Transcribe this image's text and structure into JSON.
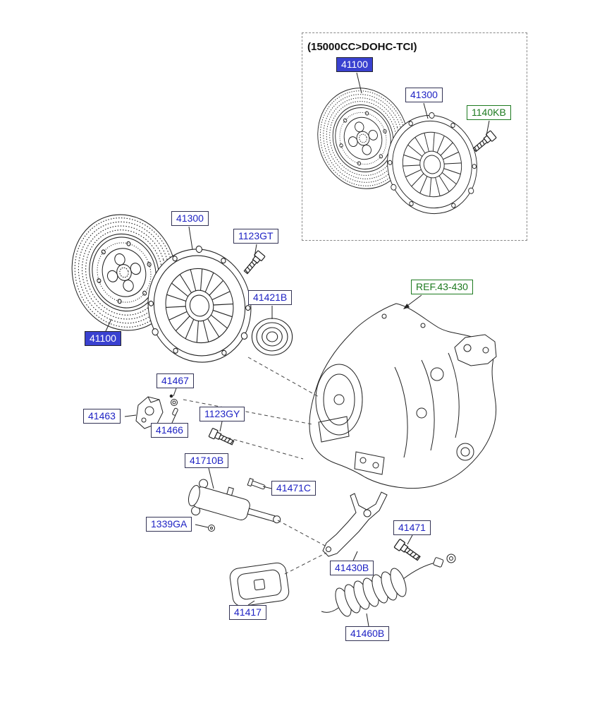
{
  "title": "(15000CC>DOHC-TCI)",
  "labels": {
    "top_41100": "41100",
    "top_41300": "41300",
    "bolt_1140kb": "1140KB",
    "main_41300": "41300",
    "bolt_1123gt": "1123GT",
    "bearing_41421b": "41421B",
    "main_41100": "41100",
    "ref_43_430": "REF.43-430",
    "p_41467": "41467",
    "p_41463": "41463",
    "p_41466": "41466",
    "bolt_1123gy": "1123GY",
    "p_41710b": "41710B",
    "p_41471c": "41471C",
    "p_1339ga": "1339GA",
    "p_41471": "41471",
    "p_41430b": "41430B",
    "p_41417": "41417",
    "p_41460b": "41460B"
  },
  "colors": {
    "label-blue": "#1f23c4",
    "label-green": "#1d7a1f",
    "label-fill-bg": "#3a41d0",
    "label-fill-text": "#ffffff",
    "border-plain": "#333355",
    "border-green": "#1d7a1f",
    "line": "#222222"
  }
}
